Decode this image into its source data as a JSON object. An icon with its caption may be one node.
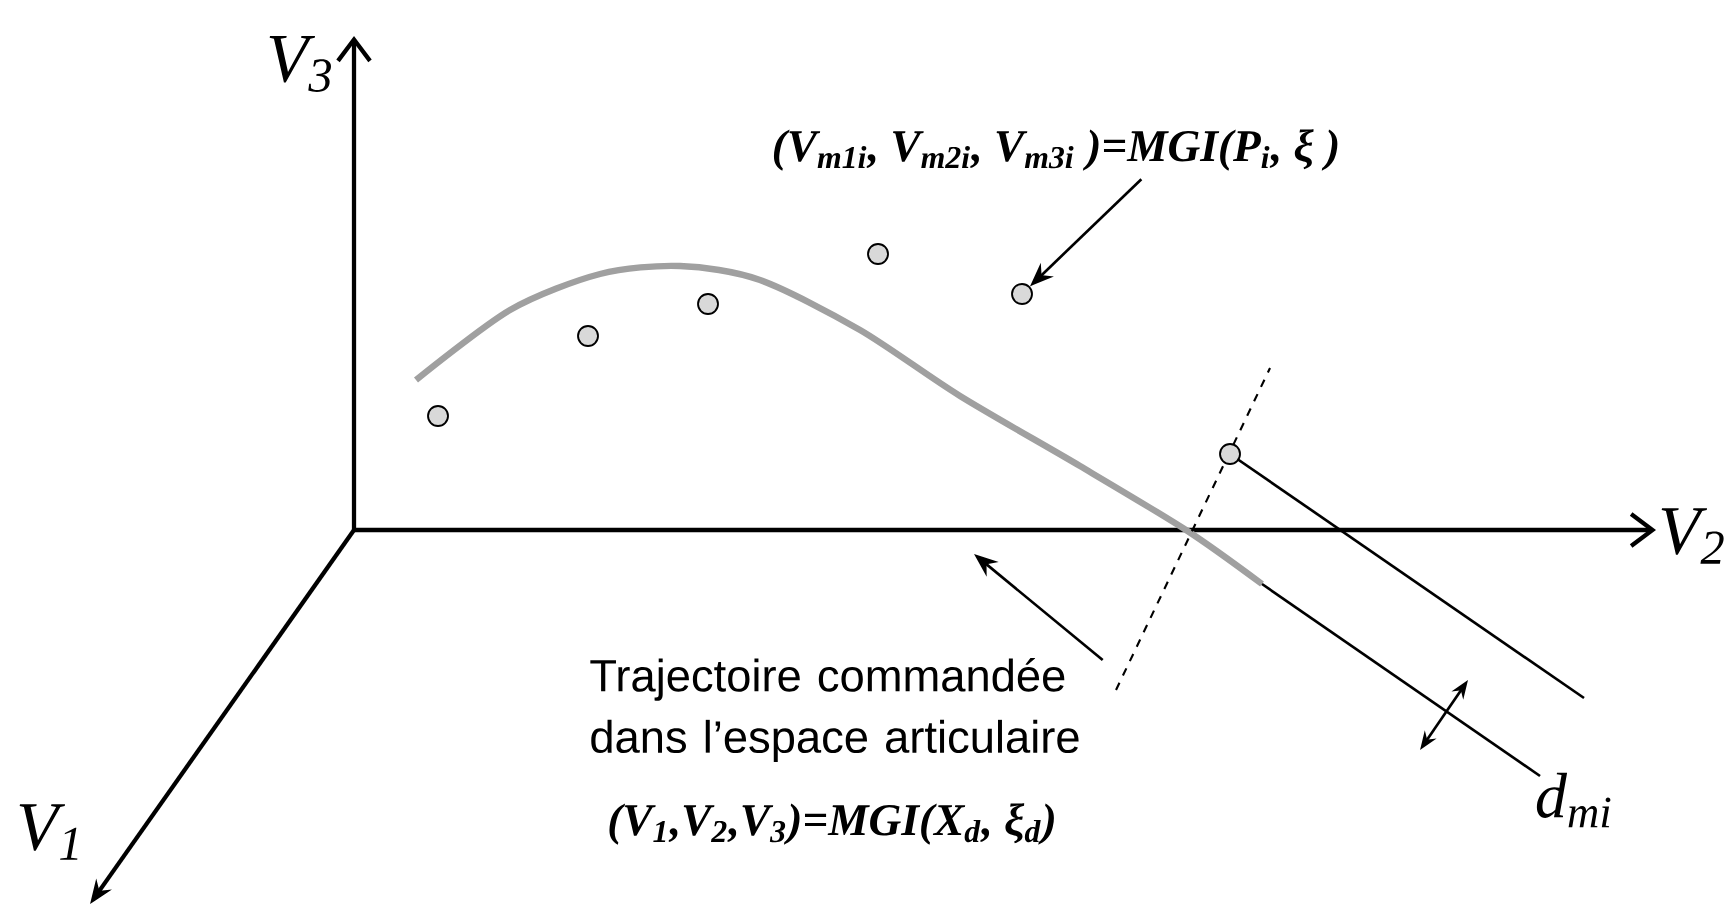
{
  "diagram": {
    "nodes": [
      {
        "text": [
          "(V$_{m1i}$, V$_{m2i}$, V$_{m3i}$ )=MGI(P$_{i}$, ξ )"
        ]
      },
      {
        "text": [],
        "shape": "circle"
      },
      {
        "text": [],
        "shape": "circle"
      },
      {
        "text": [],
        "shape": "circle"
      },
      {
        "text": [],
        "shape": "circle"
      },
      {
        "text": [],
        "shape": "circle"
      },
      {
        "text": [],
        "shape": "circle"
      },
      {
        "text": [
          "Trajectoire commandée dans l’espace articulaire"
        ]
      }
    ],
    "edges": [
      {
        "from": 0,
        "to": 5,
        "arrow": "to"
      },
      {
        "from": 7,
        "to": null,
        "arrow": "to"
      }
    ],
    "labels": [
      "V$_{3}$",
      "V$_{2}$",
      "V$_{1}$",
      "d$_{mi}$",
      "(V$_{1}$,V$_{2}$,V$_{3}$)=MGI(X$_{d}$, ξ$_{d}$)"
    ]
  }
}
